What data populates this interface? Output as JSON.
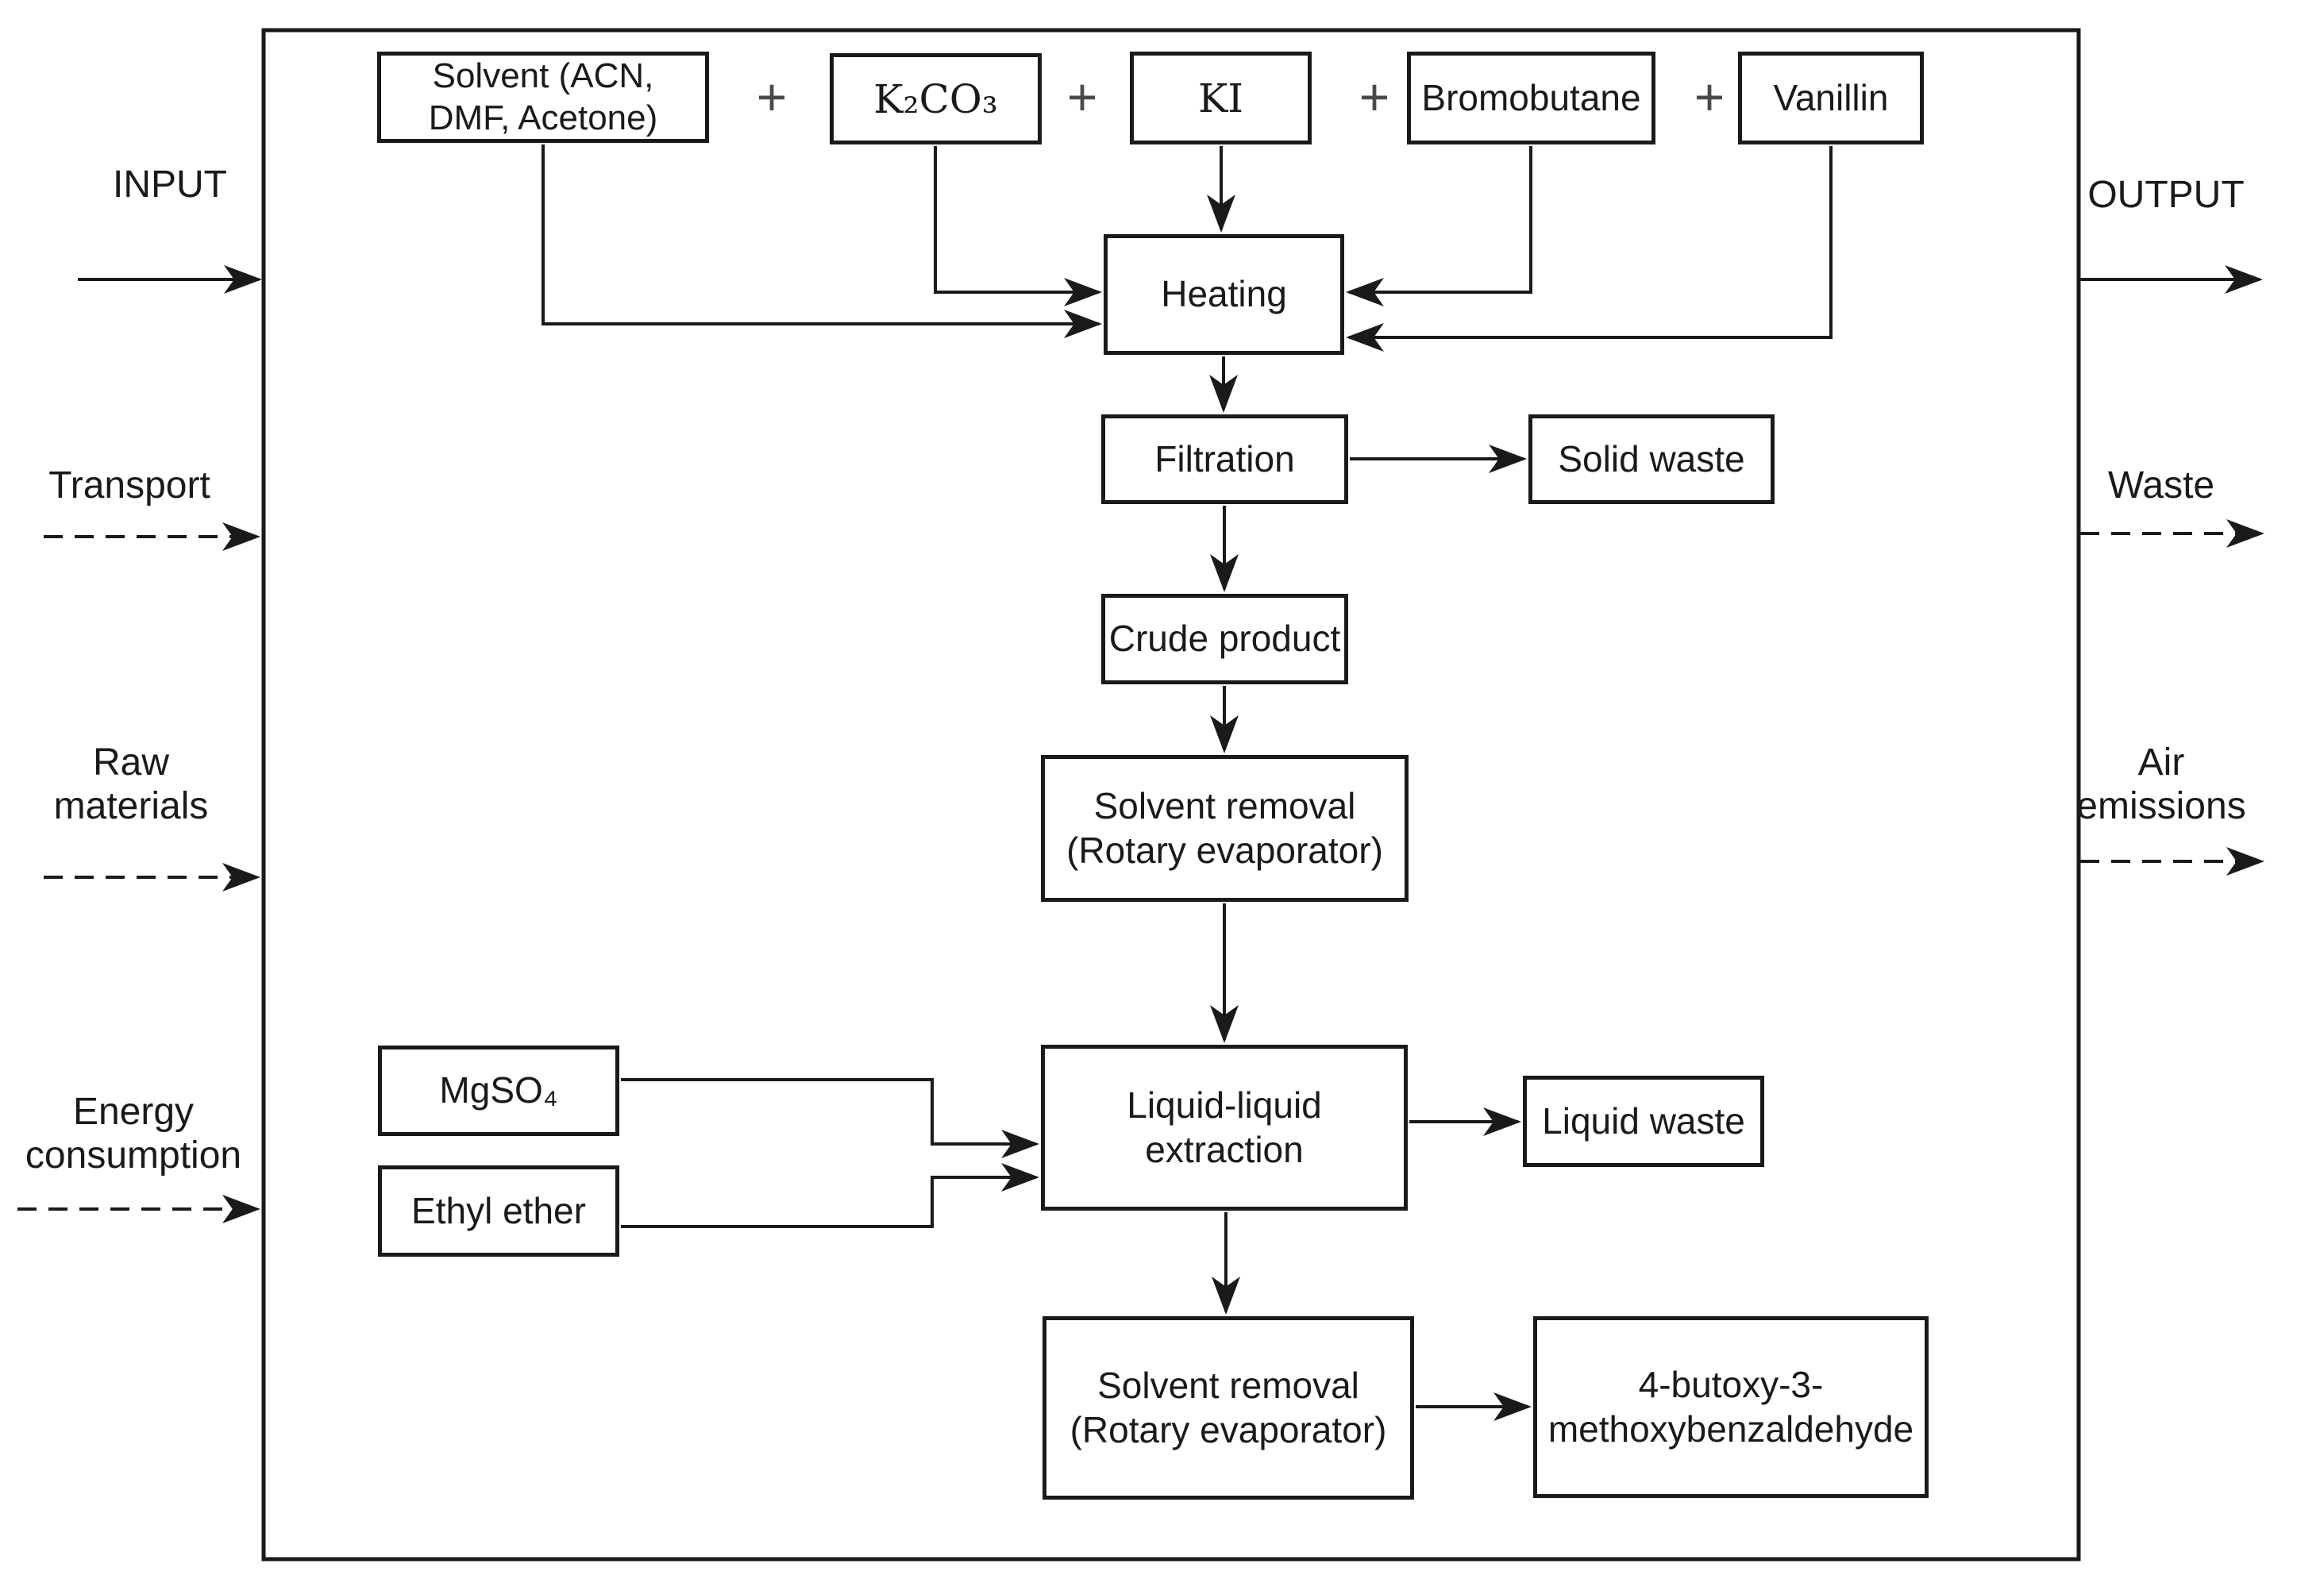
{
  "palette": {
    "ink": "#1a1a1a",
    "plus_gray": "#4a4a4a",
    "background": "#ffffff"
  },
  "external_flows": {
    "left": [
      {
        "label": "INPUT",
        "style": "solid"
      },
      {
        "label": "Transport",
        "style": "dashed"
      },
      {
        "label": "Raw\nmaterials",
        "style": "dashed"
      },
      {
        "label": "Energy\nconsumption",
        "style": "dashed"
      }
    ],
    "right": [
      {
        "label": "OUTPUT",
        "style": "solid"
      },
      {
        "label": "Waste",
        "style": "dashed"
      },
      {
        "label": "Air\nemissions",
        "style": "dashed"
      }
    ]
  },
  "operator": "+",
  "reagents": {
    "solvent": "Solvent (ACN,\nDMF, Acetone)",
    "k2co3": "K₂CO₃",
    "ki": "KI",
    "bromobutane": "Bromobutane",
    "vanillin": "Vanillin",
    "mgso4": "MgSO₄",
    "ethyl_ether": "Ethyl ether"
  },
  "process_steps": {
    "heating": "Heating",
    "filtration": "Filtration",
    "crude_product": "Crude product",
    "solvent_removal_1": "Solvent removal\n(Rotary evaporator)",
    "liquid_liquid_extraction": "Liquid-liquid\nextraction",
    "solvent_removal_2": "Solvent removal\n(Rotary evaporator)"
  },
  "outputs": {
    "solid_waste": "Solid waste",
    "liquid_waste": "Liquid waste",
    "final_product": "4-butoxy-3-\nmethoxybenzaldehyde"
  }
}
